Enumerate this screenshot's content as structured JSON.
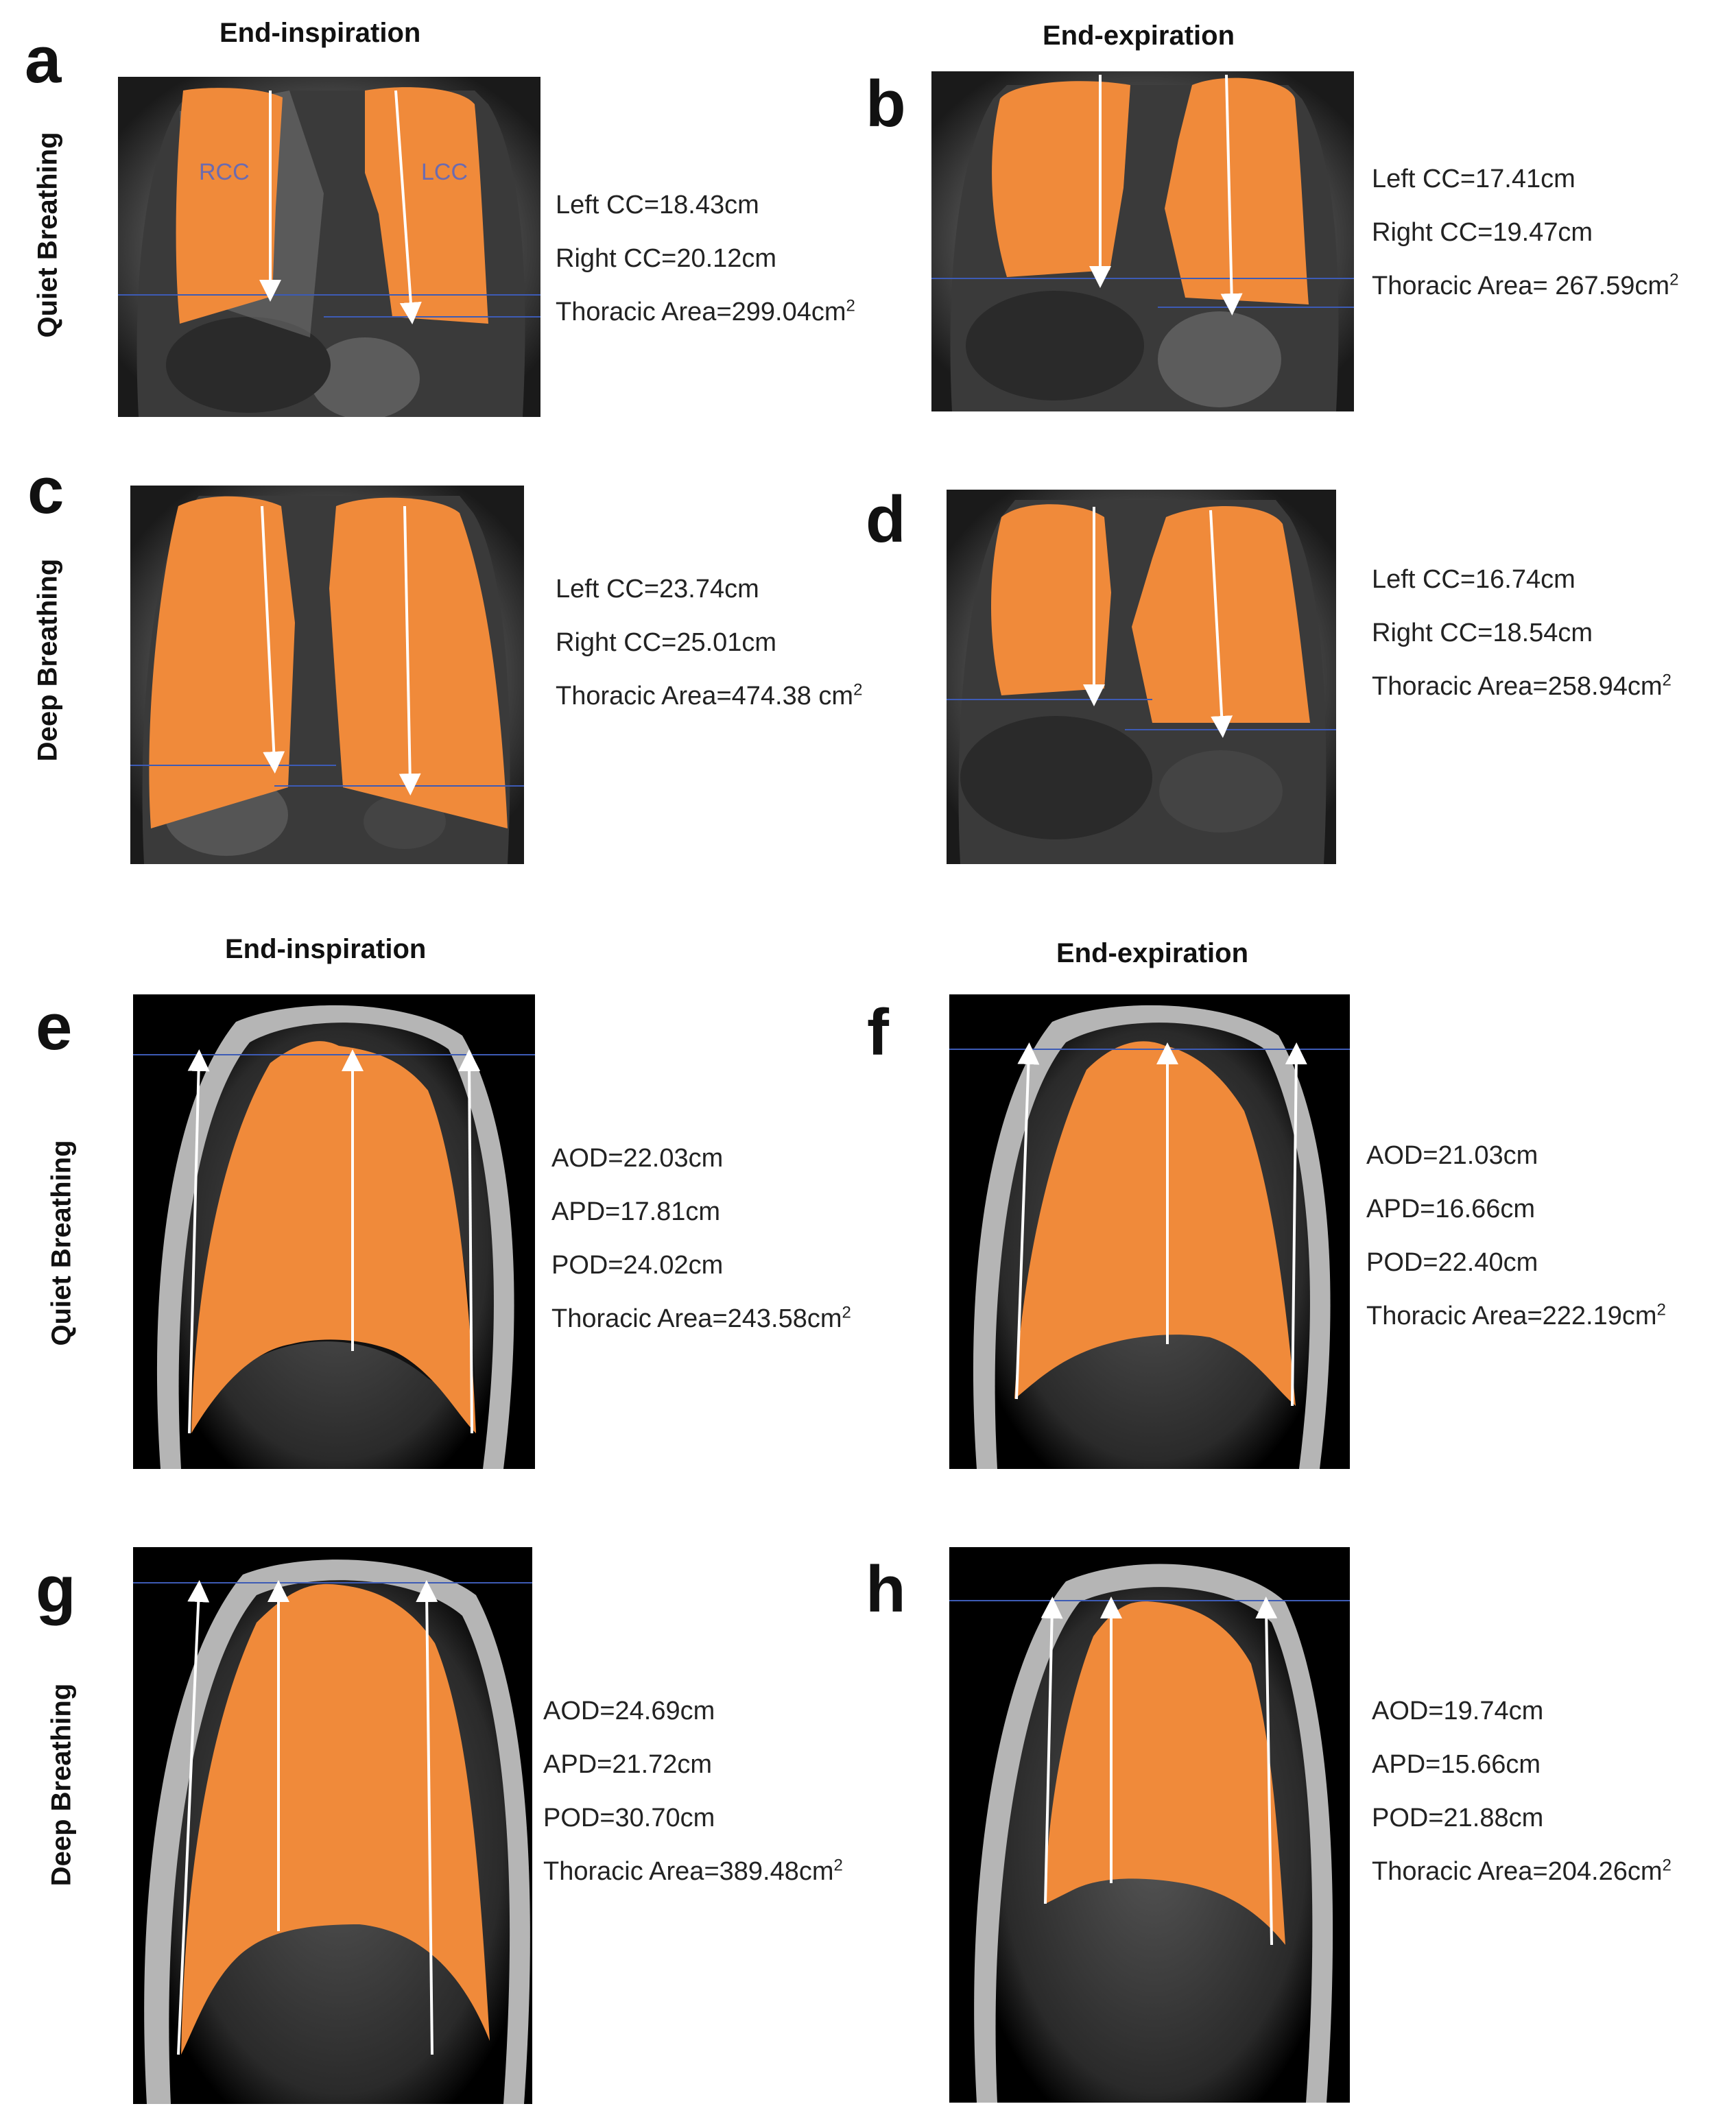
{
  "figure": {
    "headers": {
      "end_inspiration": "End-inspiration",
      "end_expiration": "End-expiration"
    },
    "row_labels": {
      "quiet": "Quiet Breathing",
      "deep": "Deep Breathing"
    },
    "colors": {
      "lung_fill": "#f08a3a",
      "arrow": "#ffffff",
      "baseline": "#3d5bb5"
    },
    "panels": {
      "a": {
        "letter": "a",
        "labels": {
          "rcc": "RCC",
          "lcc": "LCC"
        },
        "m1": "Left CC=18.43cm",
        "m2": "Right CC=20.12cm",
        "m3_base": "Thoracic Area=299.04cm",
        "m3_sup": "2"
      },
      "b": {
        "letter": "b",
        "m1": "Left CC=17.41cm",
        "m2": "Right CC=19.47cm",
        "m3_base": "Thoracic Area= 267.59cm",
        "m3_sup": "2"
      },
      "c": {
        "letter": "c",
        "m1": "Left CC=23.74cm",
        "m2": "Right CC=25.01cm",
        "m3_base": "Thoracic Area=474.38 cm",
        "m3_sup": "2"
      },
      "d": {
        "letter": "d",
        "m1": "Left CC=16.74cm",
        "m2": "Right CC=18.54cm",
        "m3_base": "Thoracic Area=258.94cm",
        "m3_sup": "2"
      },
      "e": {
        "letter": "e",
        "m1": "AOD=22.03cm",
        "m2": "APD=17.81cm",
        "m3": "POD=24.02cm",
        "m4_base": "Thoracic Area=243.58cm",
        "m4_sup": "2"
      },
      "f": {
        "letter": "f",
        "m1": "AOD=21.03cm",
        "m2": "APD=16.66cm",
        "m3": "POD=22.40cm",
        "m4_base": "Thoracic Area=222.19cm",
        "m4_sup": "2"
      },
      "g": {
        "letter": "g",
        "m1": "AOD=24.69cm",
        "m2": "APD=21.72cm",
        "m3": "POD=30.70cm",
        "m4_base": "Thoracic Area=389.48cm",
        "m4_sup": "2"
      },
      "h": {
        "letter": "h",
        "m1": "AOD=19.74cm",
        "m2": "APD=15.66cm",
        "m3": "POD=21.88cm",
        "m4_base": "Thoracic Area=204.26cm",
        "m4_sup": "2"
      }
    }
  }
}
